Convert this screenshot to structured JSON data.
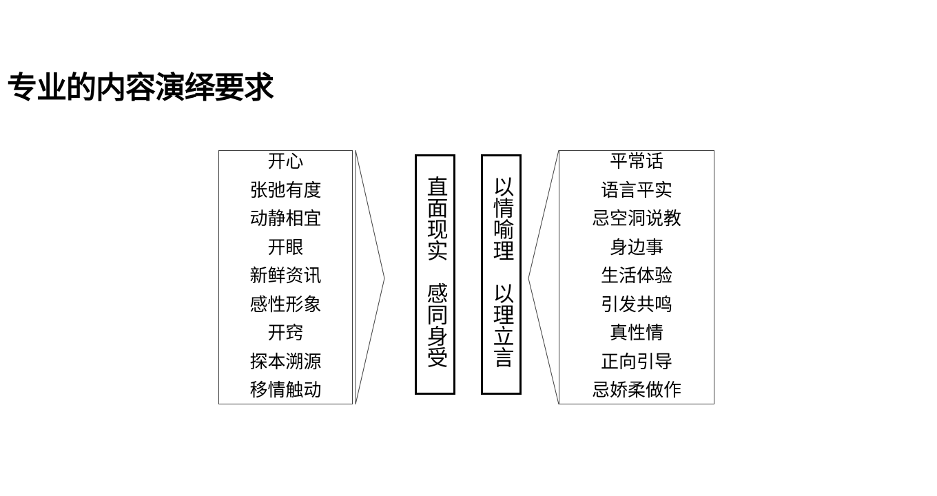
{
  "title": "专业的内容演绎要求",
  "left_list": [
    "开心",
    "张弛有度",
    "动静相宜",
    "开眼",
    "新鲜资讯",
    "感性形象",
    "开窍",
    "探本溯源",
    "移情触动"
  ],
  "center_left": "直面现实　感同身受",
  "center_right": "以情喻理　以理立言",
  "right_list": [
    "平常话",
    "语言平实",
    "忌空洞说教",
    "身边事",
    "生活体验",
    "引发共鸣",
    "真性情",
    "正向引导",
    "忌娇柔做作"
  ]
}
